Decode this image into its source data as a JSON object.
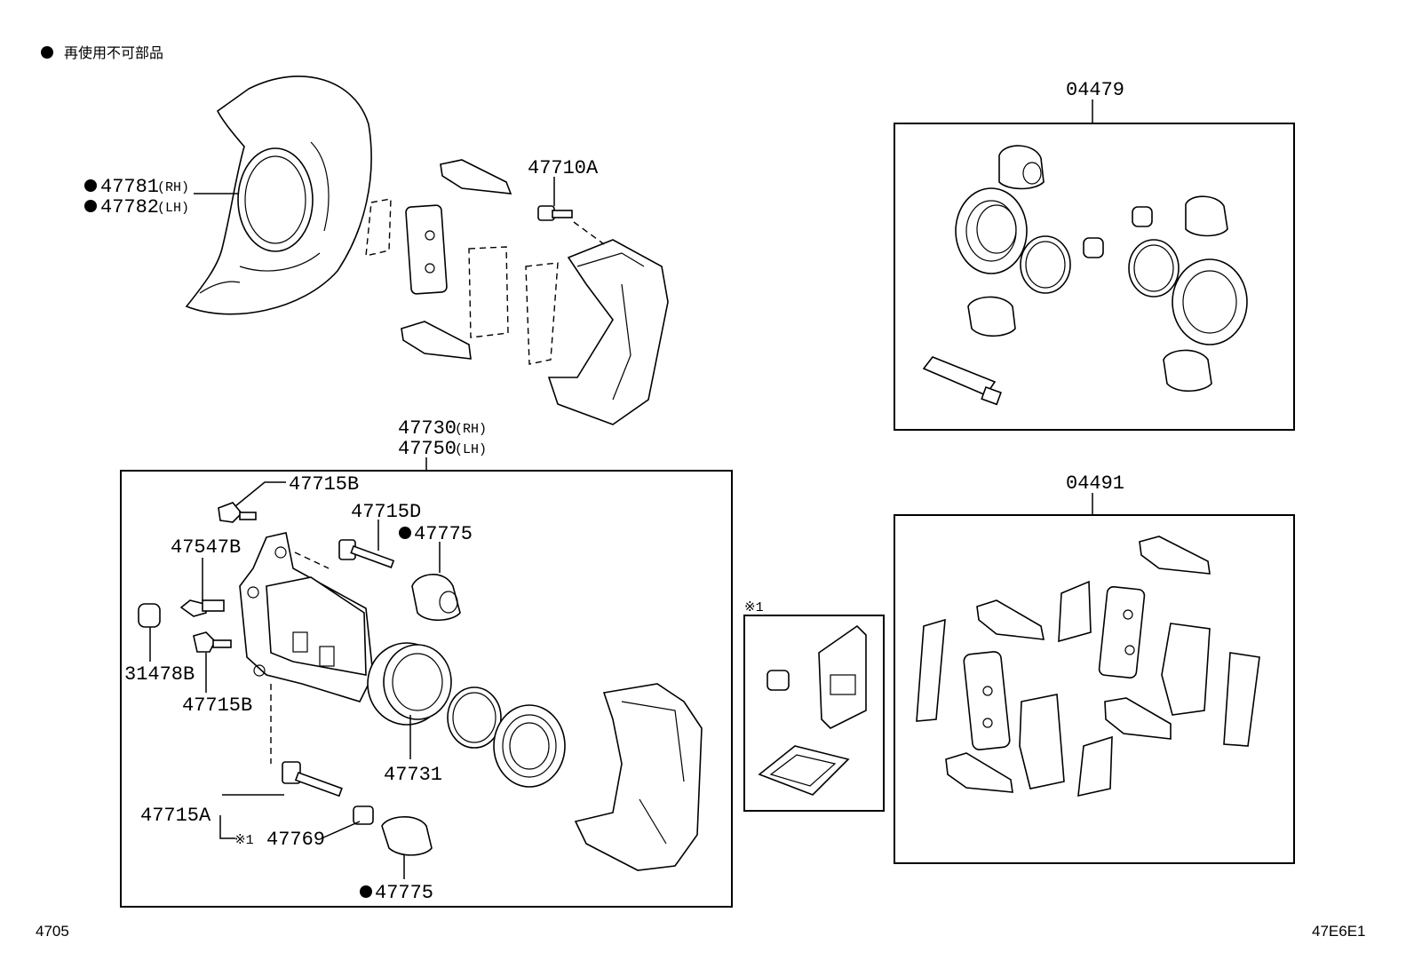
{
  "legend": {
    "bullet": "●",
    "text": "再使用不可部品"
  },
  "labels": {
    "p47781": "47781",
    "p47781_side": "(RH)",
    "p47782": "47782",
    "p47782_side": "(LH)",
    "p47710A": "47710A",
    "p47730": "47730",
    "p47730_side": "(RH)",
    "p47750": "47750",
    "p47750_side": "(LH)",
    "p47715B_top": "47715B",
    "p47715D": "47715D",
    "p47775_top": "47775",
    "p47547B": "47547B",
    "p31478B": "31478B",
    "p47715B_bot": "47715B",
    "p47731": "47731",
    "p47715A": "47715A",
    "p47769_mark": "※1",
    "p47769": "47769",
    "p47775_bot": "47775",
    "kit1_mark": "※1",
    "p04479": "04479",
    "p04491": "04491"
  },
  "footer": {
    "left": "4705",
    "right": "47E6E1"
  }
}
